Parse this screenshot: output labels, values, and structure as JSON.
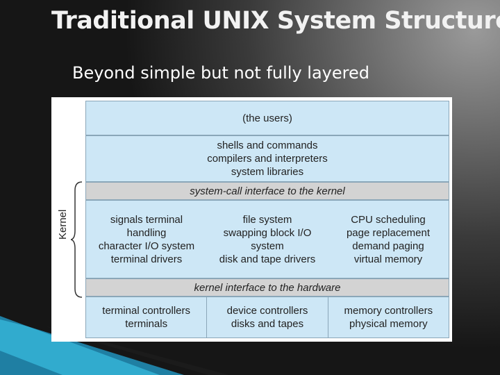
{
  "slide": {
    "title": "Traditional UNIX System Structure",
    "subtitle": "Beyond simple but not fully layered"
  },
  "diagram": {
    "kernel_label": "Kernel",
    "users": "(the users)",
    "shells": [
      "shells and commands",
      "compilers and interpreters",
      "system libraries"
    ],
    "syscall_interface": "system-call interface to the kernel",
    "kernel_columns": [
      [
        "signals terminal",
        "handling",
        "character I/O system",
        "terminal drivers"
      ],
      [
        "file system",
        "swapping block I/O",
        "system",
        "disk and tape drivers"
      ],
      [
        "CPU scheduling",
        "page replacement",
        "demand paging",
        "virtual memory"
      ]
    ],
    "hardware_interface": "kernel interface to the hardware",
    "hardware_columns": [
      [
        "terminal controllers",
        "terminals"
      ],
      [
        "device controllers",
        "disks and tapes"
      ],
      [
        "memory controllers",
        "physical memory"
      ]
    ]
  },
  "colors": {
    "layer_blue": "#cde7f6",
    "interface_gray": "#d3d3d3",
    "accent_teal": "#2aa6c6"
  }
}
